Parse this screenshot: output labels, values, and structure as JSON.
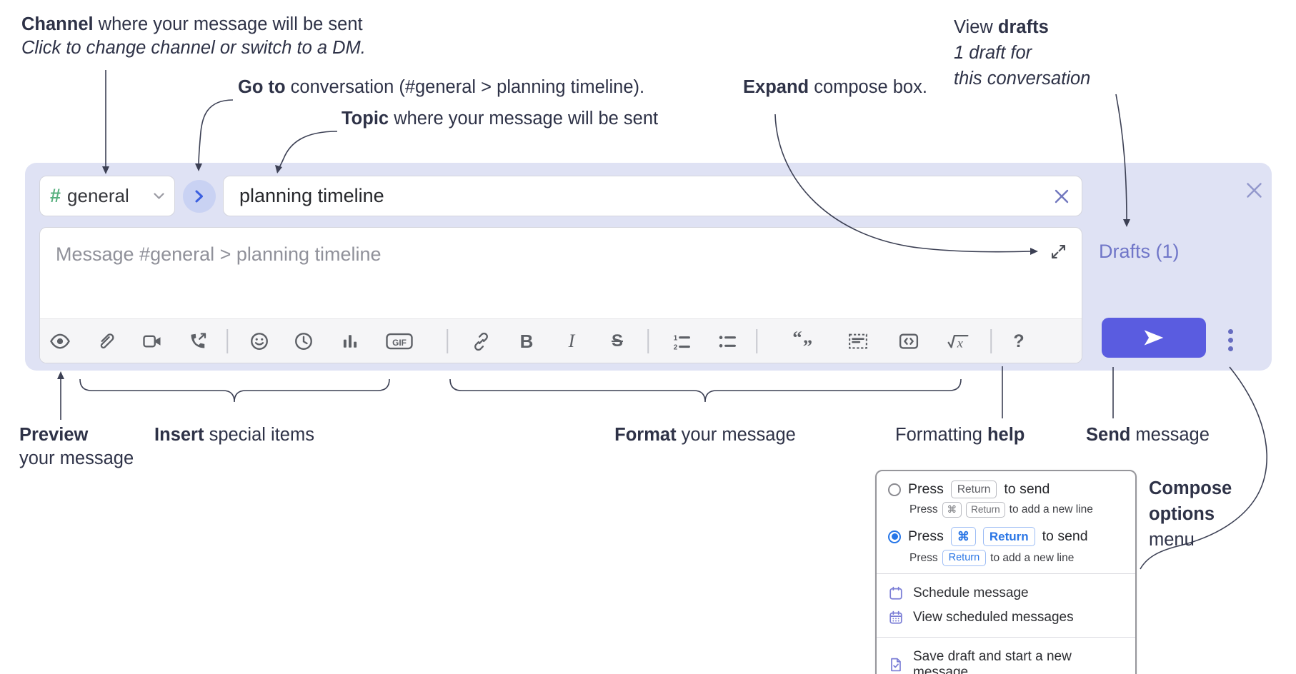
{
  "annotations": {
    "channel": {
      "bold": "Channel",
      "rest": " where your message will be sent",
      "sub": "Click to change channel or switch to a DM."
    },
    "goto": {
      "bold": "Go to",
      "rest": " conversation (#general > planning timeline)."
    },
    "topic": {
      "bold": "Topic",
      "rest": " where your message will be sent"
    },
    "expand": {
      "bold": "Expand",
      "rest": " compose box."
    },
    "view_drafts": {
      "pre": "View ",
      "bold": "drafts",
      "line2": "1 draft for",
      "line3": "this conversation"
    },
    "preview": {
      "bold": "Preview",
      "line2": "your message"
    },
    "insert": {
      "bold": "Insert",
      "rest": " special items"
    },
    "format": {
      "bold": "Format",
      "rest": " your message"
    },
    "formatting_help": {
      "pre": "Formatting ",
      "bold": "help"
    },
    "send": {
      "bold": "Send",
      "rest": " message"
    },
    "compose_options": {
      "line1": "Compose",
      "line2": "options",
      "line3": "menu"
    }
  },
  "compose": {
    "channel_hash": "#",
    "channel_name": "general",
    "topic_value": "planning timeline",
    "message_placeholder": "Message #general > planning timeline",
    "drafts_label": "Drafts (1)",
    "gif_label": "GIF",
    "bold_label": "B",
    "italic_label": "I",
    "strike_label": "S",
    "ol_1": "1",
    "ol_2": "2",
    "quote_open": "“",
    "quote_close": "”",
    "math_x": "x",
    "help_label": "?"
  },
  "menu": {
    "press": "Press",
    "return_key": "Return",
    "cmd_key": "⌘",
    "to_send": "to send",
    "to_add_new_line": "to add a new line",
    "schedule": "Schedule message",
    "view_scheduled": "View scheduled messages",
    "save_draft": "Save draft and start a new message"
  },
  "colors": {
    "lavender": "#dfe2f4",
    "accent": "#5a5ce0",
    "drafts_link": "#7076c8",
    "icon_gray": "#5d6066",
    "annotation": "#2e3247",
    "menu_purple": "#7b7ed6",
    "radio_blue": "#2676e8",
    "channel_green": "#58b07f",
    "goto_blue": "#3b5fe0",
    "line": "#3c4054"
  }
}
